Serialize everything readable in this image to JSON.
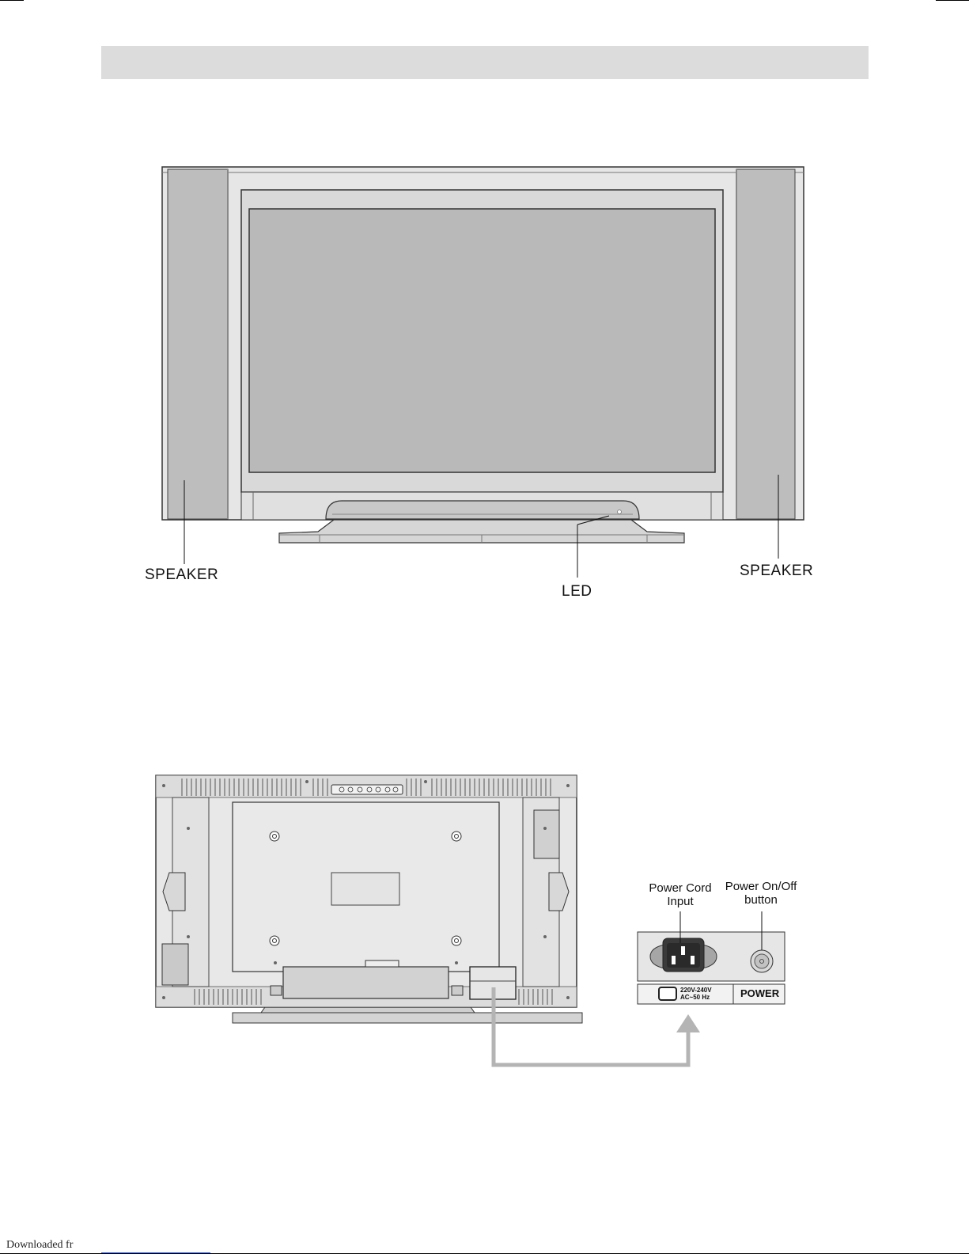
{
  "front_view": {
    "labels": {
      "speaker_left": "SPEAKER",
      "speaker_right": "SPEAKER",
      "led": "LED"
    }
  },
  "rear_view": {
    "labels": {
      "power_cord_input": "Power Cord\nInput",
      "power_button": "Power On/Off\nbutton"
    },
    "panel": {
      "voltage_line1": "220V-240V",
      "voltage_line2": "AC~50 Hz",
      "power_label": "POWER"
    }
  },
  "footer": {
    "text": "Downloaded fr"
  }
}
